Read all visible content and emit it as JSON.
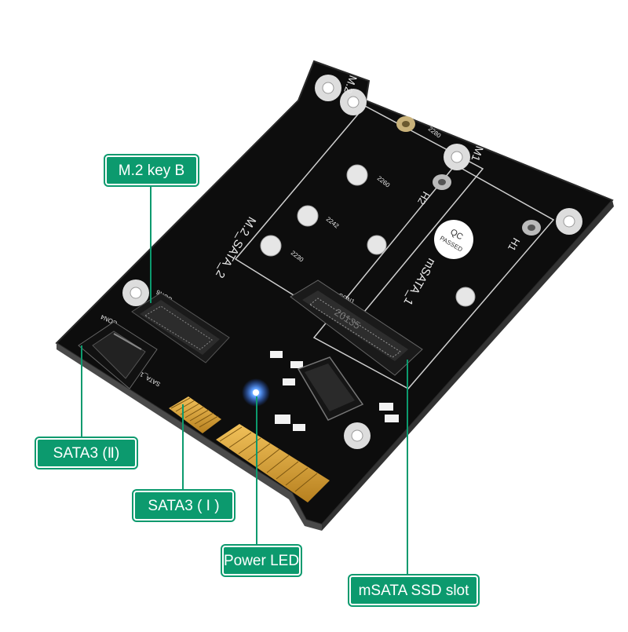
{
  "board": {
    "silkscreen": {
      "m2_slot": "M.2",
      "m1_slot": "M1",
      "m2_sata": "M.2_SATA_2",
      "msata": "mSATA_1",
      "h1": "H1",
      "h2": "H2",
      "lengths": [
        "2280",
        "2260",
        "2242",
        "2230"
      ],
      "con6": "CON6",
      "con1": "CON1",
      "con4": "CON4",
      "sata1": "SATA_1",
      "qc_line1": "QC",
      "qc_line2": "PASSED",
      "slot_code": "20135"
    },
    "colors": {
      "pcb": "#111111",
      "accent": "#0c9a6e",
      "led": "#2a6bff",
      "gold": "#d9a23a"
    }
  },
  "callouts": {
    "m2_key_b": "M.2 key B",
    "sata3_ii": "SATA3 (Ⅱ)",
    "sata3_i": "SATA3 ( I )",
    "power_led": "Power LED",
    "msata_slot": "mSATA SSD slot"
  }
}
